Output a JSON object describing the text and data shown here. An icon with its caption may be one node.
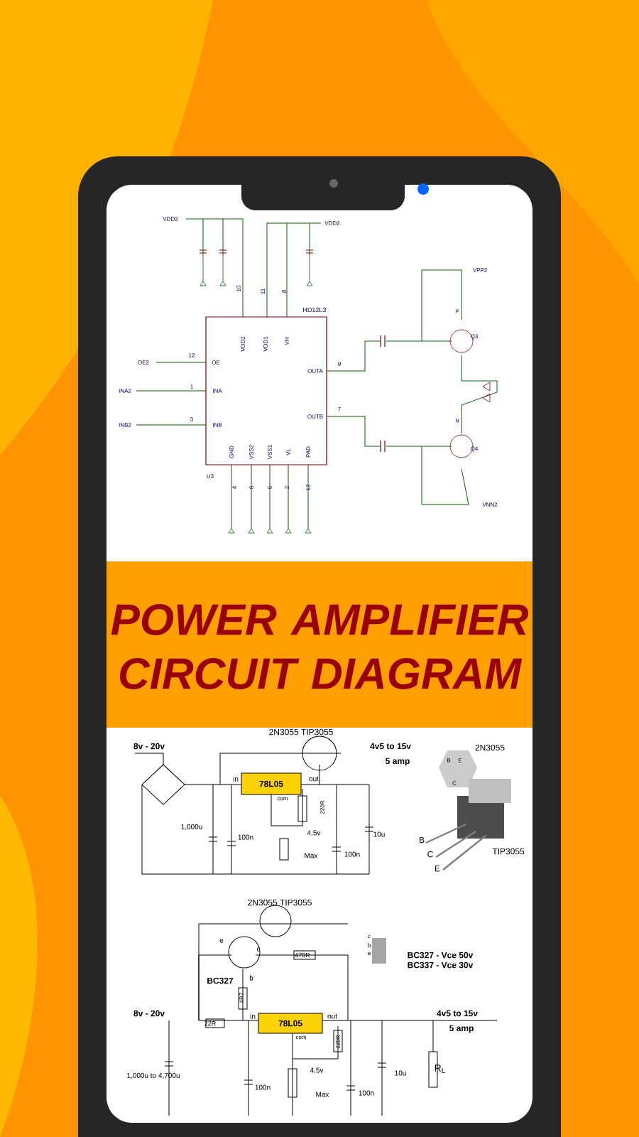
{
  "diagram": {
    "title": "POWER AMPLIFIER CIRCUIT DIAGRAM",
    "nodes": [
      {
        "text": [
          "HD12L3"
        ]
      },
      {
        "text": [
          "78L05"
        ]
      },
      {
        "text": [
          "78L05"
        ]
      }
    ],
    "edges": [],
    "labels": [
      "VDD2",
      "VDD2",
      "10",
      "11",
      "8",
      "OE2",
      "12",
      "OE",
      "INA2",
      "1",
      "INA",
      "INB2",
      "3",
      "INB",
      "VDD2",
      "VDD1",
      "VH",
      "OUTA",
      "OUTB",
      "9",
      "7",
      "GND",
      "VSS2",
      "VSS1",
      "VL",
      "PAD",
      "U3",
      "4",
      "6",
      "5",
      "2",
      "13",
      "VPP2",
      "Q3",
      "VNN2",
      "Q4",
      "P",
      "N",
      "2N3055  TIP3055",
      "8v - 20v",
      "4v5 to 15v",
      "5 amp",
      "in",
      "out",
      "com",
      "220R",
      "1,000u",
      "100n",
      "4.5v",
      "Max",
      "100n",
      "10u",
      "2N3055",
      "B",
      "E",
      "C",
      "B",
      "C",
      "E",
      "TIP3055",
      "2N3055  TIP3055",
      "e",
      "c",
      "470R",
      "c",
      "b",
      "e",
      "BC327 - Vce 50v",
      "BC337 - Vce 30v",
      "BC327",
      "b",
      "4R7",
      "8v - 20v",
      "22R",
      "in",
      "out",
      "com",
      "4v5 to 15v",
      "5 amp",
      "220R",
      "1,000u to 4,700u",
      "4.5v",
      "100n",
      "10u",
      "R$_{L}$",
      "Max",
      "100n"
    ]
  }
}
